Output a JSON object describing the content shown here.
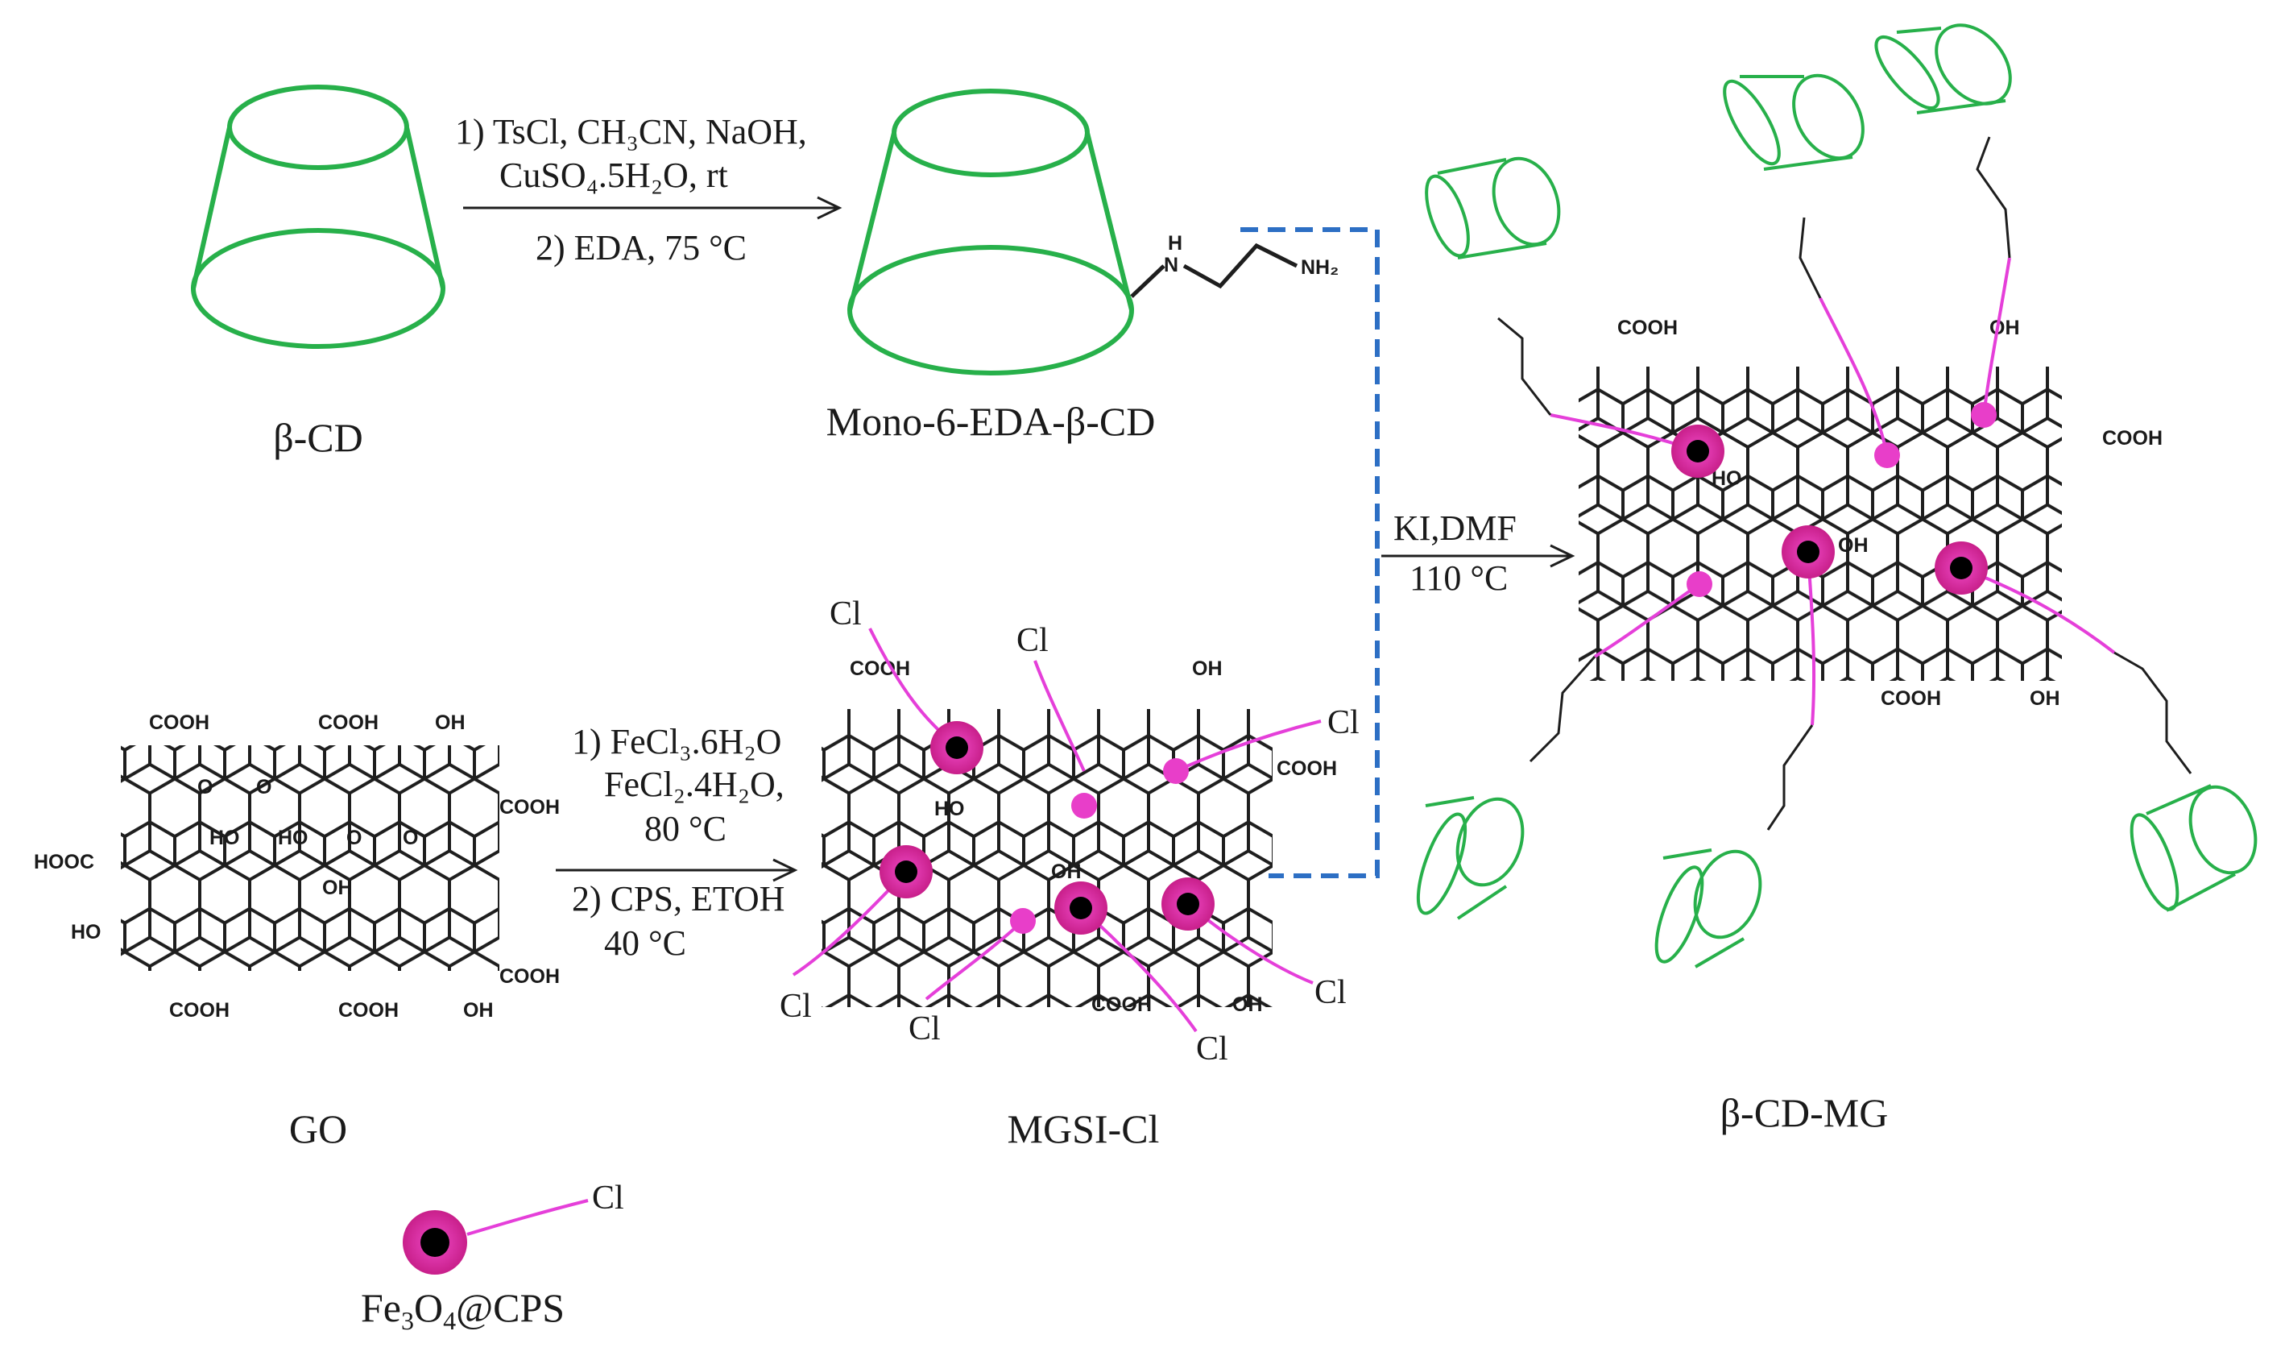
{
  "labels": {
    "beta_cd": "β-CD",
    "mono_cd": "Mono-6-EDA-β-CD",
    "go": "GO",
    "mgsi": "MGSI-Cl",
    "product": "β-CD-MG",
    "fe3o4_pre": "Fe",
    "fe3o4_sub1": "3",
    "fe3o4_mid": "O",
    "fe3o4_sub2": "4",
    "fe3o4_post": "@CPS"
  },
  "step1": {
    "line1": "1) TsCl, CH₃CN, NaOH,",
    "line2": "CuSO₄.5H₂O,  rt",
    "line3": "2) EDA,  75 °C"
  },
  "step2": {
    "line1": "1) FeCl₃.6H₂O",
    "line2": "FeCl₂.4H₂O,",
    "line3": "80 °C",
    "line4": "2) CPS, ETOH",
    "line5": "40 °C"
  },
  "step3": {
    "line1": "KI,DMF",
    "line2": "110 °C"
  },
  "chem": {
    "nh": "N",
    "h": "H",
    "nh2": "NH₂",
    "cooh": "COOH",
    "hooc": "HOOC",
    "oh": "OH",
    "ho": "HO",
    "o": "O",
    "cl": "Cl"
  },
  "colors": {
    "cd_green": "#27b04a",
    "linker_magenta": "#e53fd9",
    "bracket_blue": "#2d6fc4",
    "core_black": "#000000",
    "shell_pink": "#d62a9c"
  }
}
